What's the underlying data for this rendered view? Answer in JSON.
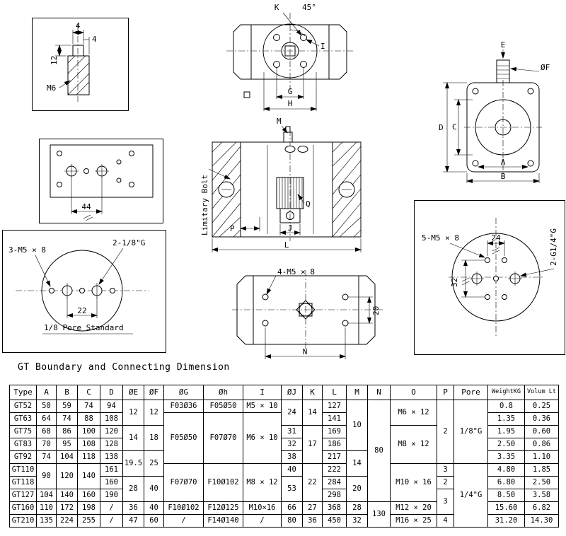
{
  "caption": "GT Boundary and Connecting Dimension",
  "figures": {
    "shaft_detail": {
      "dim_top1": "4",
      "dim_top2": "4",
      "dim_side": "12",
      "thread_label": "M6"
    },
    "front_view": {
      "k_label": "K",
      "angle_label": "45°",
      "i_label": "I",
      "g_label": "G",
      "h_label": "H"
    },
    "end_view": {
      "e_label": "E",
      "f_label": "ØF",
      "c_label": "C",
      "d_label": "D",
      "a_label": "A",
      "b_label": "B"
    },
    "mounting_plate": {
      "dim_44": "44"
    },
    "section_view": {
      "m_label": "M",
      "p_label": "P",
      "j_label": "J",
      "q_label": "Q",
      "l_label": "L",
      "limitary_bolt": "Limitary Bolt"
    },
    "flange_18": {
      "bolt_callout": "3-M5 × 8",
      "port_callout": "2-1/8\"G",
      "dim_22": "22",
      "standard_label": "1/8 Pore Standard"
    },
    "bottom_view": {
      "bolt_callout": "4-M5 × 8",
      "dim_20": "20",
      "n_label": "N"
    },
    "flange_14": {
      "bolt_callout": "5-M5 × 8",
      "port_callout": "2-G1/4\"G",
      "dim_24": "24",
      "dim_32": "32"
    }
  },
  "table": {
    "header": [
      "Type",
      "A",
      "B",
      "C",
      "D",
      "ØE",
      "ØF",
      "ØG",
      "Øh",
      "I",
      "ØJ",
      "K",
      "L",
      "M",
      "N",
      "O",
      "P",
      "Pore",
      "WeightKG",
      "Volum Lt"
    ],
    "body": [
      [
        {
          "t": "GT52"
        },
        {
          "t": "50"
        },
        {
          "t": "59"
        },
        {
          "t": "74"
        },
        {
          "t": "94"
        },
        {
          "t": "12",
          "rs": 2
        },
        {
          "t": "12",
          "rs": 2
        },
        {
          "t": "F03Ø36"
        },
        {
          "t": "F05Ø50"
        },
        {
          "t": "M5 × 10"
        },
        {
          "t": "24",
          "rs": 2
        },
        {
          "t": "14",
          "rs": 2
        },
        {
          "t": "127"
        },
        {
          "t": "10",
          "rs": 4
        },
        {
          "t": "80",
          "rs": 8
        },
        {
          "t": "M6 × 12",
          "rs": 2
        },
        {
          "t": "2",
          "rs": 5
        },
        {
          "t": "1/8\"G",
          "rs": 5
        },
        {
          "t": "0.8"
        },
        {
          "t": "0.25"
        }
      ],
      [
        {
          "t": "GT63"
        },
        {
          "t": "64"
        },
        {
          "t": "74"
        },
        {
          "t": "88"
        },
        {
          "t": "108"
        },
        {
          "t": "F05Ø50",
          "rs": 4
        },
        {
          "t": "F07Ø70",
          "rs": 4
        },
        {
          "t": "M6 × 10",
          "rs": 4
        },
        {
          "t": "141"
        },
        {
          "t": "1.35"
        },
        {
          "t": "0.36"
        }
      ],
      [
        {
          "t": "GT75"
        },
        {
          "t": "68"
        },
        {
          "t": "86"
        },
        {
          "t": "100"
        },
        {
          "t": "120"
        },
        {
          "t": "14",
          "rs": 2
        },
        {
          "t": "18",
          "rs": 2
        },
        {
          "t": "31"
        },
        {
          "t": "17",
          "rs": 3
        },
        {
          "t": "169"
        },
        {
          "t": "M8 × 12",
          "rs": 3
        },
        {
          "t": "1.95"
        },
        {
          "t": "0.60"
        }
      ],
      [
        {
          "t": "GT83"
        },
        {
          "t": "70"
        },
        {
          "t": "95"
        },
        {
          "t": "108"
        },
        {
          "t": "128"
        },
        {
          "t": "32"
        },
        {
          "t": "186"
        },
        {
          "t": "2.50"
        },
        {
          "t": "0.86"
        }
      ],
      [
        {
          "t": "GT92"
        },
        {
          "t": "74"
        },
        {
          "t": "104"
        },
        {
          "t": "118"
        },
        {
          "t": "138"
        },
        {
          "t": "19.5",
          "rs": 2
        },
        {
          "t": "25",
          "rs": 2
        },
        {
          "t": "38"
        },
        {
          "t": "217"
        },
        {
          "t": "14",
          "rs": 2
        },
        {
          "t": "3.35"
        },
        {
          "t": "1.10"
        }
      ],
      [
        {
          "t": "GT110"
        },
        {
          "t": "90",
          "rs": 2
        },
        {
          "t": "120",
          "rs": 2
        },
        {
          "t": "140",
          "rs": 2
        },
        {
          "t": "161"
        },
        {
          "t": "F07Ø70",
          "rs": 3
        },
        {
          "t": "F10Ø102",
          "rs": 3
        },
        {
          "t": "M8 × 12",
          "rs": 3
        },
        {
          "t": "40"
        },
        {
          "t": "22",
          "rs": 3
        },
        {
          "t": "222"
        },
        {
          "t": "M10 × 16",
          "rs": 3
        },
        {
          "t": "3"
        },
        {
          "t": "1/4\"G",
          "rs": 5
        },
        {
          "t": "4.80"
        },
        {
          "t": "1.85"
        }
      ],
      [
        {
          "t": "GT118"
        },
        {
          "t": "160"
        },
        {
          "t": "28",
          "rs": 2
        },
        {
          "t": "40",
          "rs": 2
        },
        {
          "t": "53",
          "rs": 2
        },
        {
          "t": "284"
        },
        {
          "t": "20",
          "rs": 2
        },
        {
          "t": "2"
        },
        {
          "t": "6.80"
        },
        {
          "t": "2.50"
        }
      ],
      [
        {
          "t": "GT127"
        },
        {
          "t": "104"
        },
        {
          "t": "140"
        },
        {
          "t": "160"
        },
        {
          "t": "190"
        },
        {
          "t": "298"
        },
        {
          "t": "3",
          "rs": 2
        },
        {
          "t": "8.50"
        },
        {
          "t": "3.58"
        }
      ],
      [
        {
          "t": "GT160"
        },
        {
          "t": "110"
        },
        {
          "t": "172"
        },
        {
          "t": "198"
        },
        {
          "t": "/"
        },
        {
          "t": "36"
        },
        {
          "t": "40"
        },
        {
          "t": "F10Ø102"
        },
        {
          "t": "F12Ø125"
        },
        {
          "t": "M10×16"
        },
        {
          "t": "66"
        },
        {
          "t": "27"
        },
        {
          "t": "368"
        },
        {
          "t": "28"
        },
        {
          "t": "130",
          "rs": 2
        },
        {
          "t": "M12 × 20"
        },
        {
          "t": "15.60"
        },
        {
          "t": "6.82"
        }
      ],
      [
        {
          "t": "GT210"
        },
        {
          "t": "135"
        },
        {
          "t": "224"
        },
        {
          "t": "255"
        },
        {
          "t": "/"
        },
        {
          "t": "47"
        },
        {
          "t": "60"
        },
        {
          "t": "/"
        },
        {
          "t": "F14Ø140"
        },
        {
          "t": "/"
        },
        {
          "t": "80"
        },
        {
          "t": "36"
        },
        {
          "t": "450"
        },
        {
          "t": "32"
        },
        {
          "t": "M16 × 25"
        },
        {
          "t": "4"
        },
        {
          "t": "31.20"
        },
        {
          "t": "14.30"
        }
      ]
    ]
  }
}
